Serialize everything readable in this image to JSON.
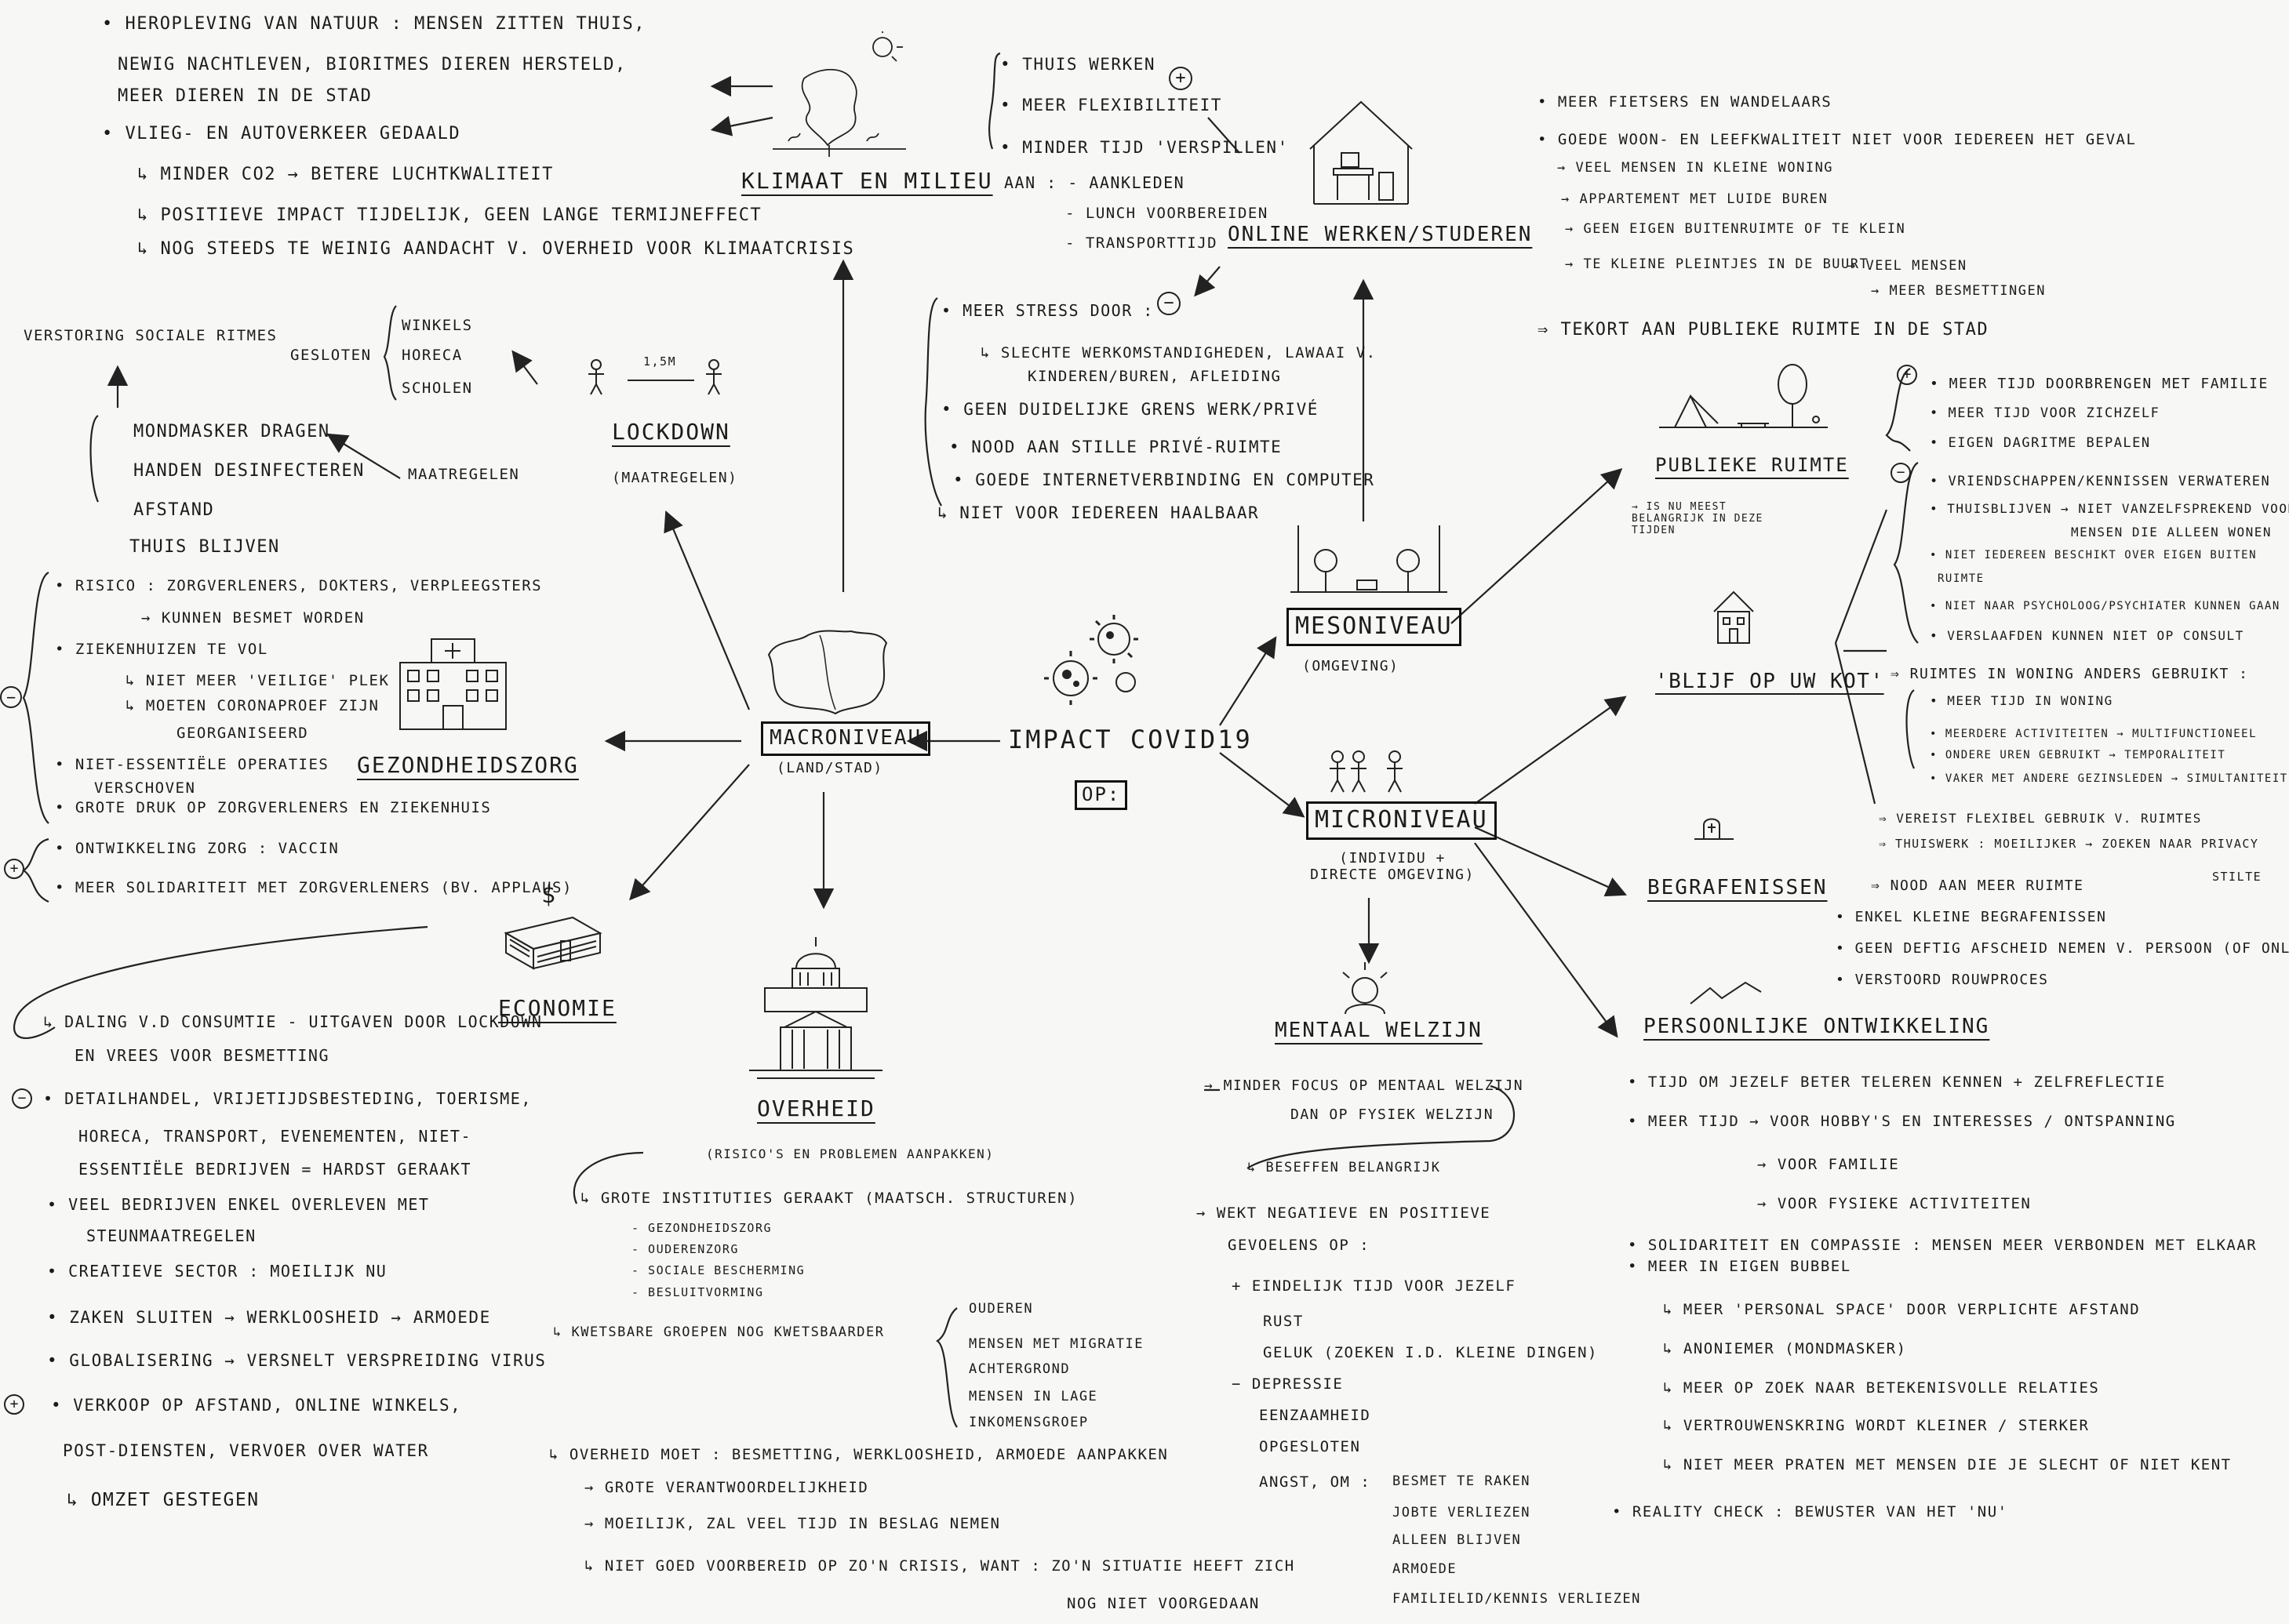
{
  "center": {
    "title": "IMPACT COVID19",
    "sub": "OP:"
  },
  "nodes": {
    "macro": {
      "title": "MACRONIVEAU",
      "sub": "(LAND/STAD)"
    },
    "meso": {
      "title": "MESONIVEAU",
      "sub": "(OMGEVING)"
    },
    "micro": {
      "title": "MICRONIVEAU",
      "sub": "(INDIVIDU + DIRECTE OMGEVING)"
    }
  },
  "klimaat": {
    "title": "KLIMAAT EN MILIEU",
    "lines": [
      "• HEROPLEVING VAN NATUUR : MENSEN ZITTEN THUIS,",
      "NEWIG NACHTLEVEN, BIORITMES DIEREN HERSTELD,",
      "MEER DIEREN IN DE STAD",
      "• VLIEG- EN AUTOVERKEER GEDAALD",
      "↳ MINDER CO2 → BETERE LUCHTKWALITEIT",
      "↳ POSITIEVE IMPACT TIJDELIJK, GEEN LANGE TERMIJNEFFECT",
      "↳ NOG STEEDS TE WEINIG AANDACHT V. OVERHEID VOOR KLIMAATCRISIS"
    ]
  },
  "online": {
    "title": "ONLINE WERKEN/STUDEREN",
    "plus_lines": [
      "• THUIS WERKEN",
      "• MEER FLEXIBILITEIT",
      "• MINDER TIJD 'VERSPILLEN'",
      "AAN : - AANKLEDEN",
      "- LUNCH VOORBEREIDEN",
      "- TRANSPORTTIJD"
    ],
    "min_lines": [
      "• MEER STRESS DOOR :",
      "↳ SLECHTE WERKOMSTANDIGHEDEN, LAWAAI V.",
      "KINDEREN/BUREN, AFLEIDING",
      "• GEEN DUIDELIJKE GRENS WERK/PRIVÉ",
      "• NOOD AAN STILLE PRIVÉ-RUIMTE",
      "• GOEDE INTERNETVERBINDING EN COMPUTER",
      "↳ NIET VOOR IEDEREEN HAALBAAR"
    ],
    "plus": "+",
    "minus": "−"
  },
  "meso_right": {
    "lines": [
      "• MEER FIETSERS EN WANDELAARS",
      "• GOEDE WOON- EN LEEFKWALITEIT NIET VOOR IEDEREEN HET GEVAL",
      "→ VEEL MENSEN IN KLEINE WONING",
      "→ APPARTEMENT MET LUIDE BUREN",
      "→ GEEN EIGEN BUITENRUIMTE OF TE KLEIN",
      "→ TE KLEINE PLEINTJES IN DE BUURT",
      "→ VEEL MENSEN",
      "→ MEER BESMETTINGEN",
      "⇒ TEKORT AAN PUBLIEKE RUIMTE IN DE STAD"
    ]
  },
  "lockdown": {
    "title": "LOCKDOWN",
    "sub": "(MAATREGELEN)",
    "distance": "1,5m",
    "gesloten": "GESLOTEN",
    "closed_items": [
      "WINKELS",
      "HORECA",
      "SCHOLEN"
    ],
    "verstoring": "VERSTORING SOCIALE RITMES",
    "maatregelen": "MAATREGELEN",
    "measures": [
      "MONDMASKER DRAGEN",
      "HANDEN DESINFECTEREN",
      "AFSTAND",
      "THUIS BLIJVEN"
    ]
  },
  "gezondheid": {
    "title": "GEZONDHEIDSZORG",
    "minus_lines": [
      "• RISICO : ZORGVERLENERS, DOKTERS, VERPLEEGSTERS",
      "→ KUNNEN BESMET WORDEN",
      "• ZIEKENHUIZEN TE VOL",
      "↳ NIET MEER 'VEILIGE' PLEK",
      "↳ MOETEN CORONAPROEF ZIJN",
      "GEORGANISEERD",
      "• NIET-ESSENTIËLE OPERATIES",
      "VERSCHOVEN",
      "• GROTE DRUK OP ZORGVERLENERS EN ZIEKENHUIS"
    ],
    "plus_lines": [
      "• ONTWIKKELING ZORG : VACCIN",
      "• MEER SOLIDARITEIT MET ZORGVERLENERS (BV. APPLAUS)"
    ],
    "minus": "−",
    "plus": "+"
  },
  "economie": {
    "title": "ECONOMIE",
    "intro": [
      "↳ DALING V.D CONSUMTIE - UITGAVEN DOOR LOCKDOWN",
      "EN VREES VOOR BESMETTING"
    ],
    "minus_lines": [
      "• DETAILHANDEL, VRIJETIJDSBESTEDING, TOERISME,",
      "HORECA, TRANSPORT, EVENEMENTEN, NIET-",
      "ESSENTIËLE BEDRIJVEN = HARDST GERAAKT",
      "• VEEL BEDRIJVEN ENKEL OVERLEVEN MET",
      "STEUNMAATREGELEN",
      "• CREATIEVE SECTOR : MOEILIJK NU",
      "• ZAKEN SLUITEN → WERKLOOSHEID → ARMOEDE",
      "• GLOBALISERING → VERSNELT VERSPREIDING VIRUS"
    ],
    "plus_lines": [
      "• VERKOOP OP AFSTAND, ONLINE WINKELS,",
      "POST-DIENSTEN, VERVOER OVER WATER",
      "↳ OMZET GESTEGEN"
    ],
    "minus": "−",
    "plus": "+",
    "dollar": "$"
  },
  "overheid": {
    "title": "OVERHEID",
    "sub": "(RISICO'S EN PROBLEMEN AANPAKKEN)",
    "lines": [
      "↳ GROTE INSTITUTIES GERAAKT (MAATSCH. STRUCTUREN)",
      "- GEZONDHEIDSZORG",
      "- OUDERENZORG",
      "- SOCIALE BESCHERMING",
      "- BESLUITVORMING",
      "↳ KWETSBARE GROEPEN NOG KWETSBAARDER",
      "↳ OVERHEID MOET : BESMETTING, WERKLOOSHEID, ARMOEDE AANPAKKEN",
      "→ GROTE VERANTWOORDELIJKHEID",
      "→ MOEILIJK, ZAL VEEL TIJD IN BESLAG NEMEN",
      "↳ NIET GOED VOORBEREID OP ZO'N CRISIS, WANT : ZO'N SITUATIE HEEFT ZICH",
      "NOG NIET VOORGEDAAN"
    ],
    "groups": [
      "OUDEREN",
      "MENSEN MET MIGRATIE",
      "ACHTERGROND",
      "MENSEN IN LAGE",
      "INKOMENSGROEP"
    ]
  },
  "mentaal": {
    "title": "MENTAAL WELZIJN",
    "lines": [
      "→ MINDER FOCUS OP MENTAAL WELZIJN",
      "DAN OP FYSIEK WELZIJN",
      "↳ BESEFFEN BELANGRIJK",
      "→ WEKT NEGATIEVE EN POSITIEVE",
      "GEVOELENS OP :",
      "+ EINDELIJK TIJD VOOR JEZELF",
      "RUST",
      "GELUK (ZOEKEN I.D. KLEINE DINGEN)",
      "− DEPRESSIE",
      "EENZAAMHEID",
      "OPGESLOTEN",
      "ANGST, OM :"
    ],
    "fears": [
      "BESMET TE RAKEN",
      "JOBTE VERLIEZEN",
      "ALLEEN BLIJVEN",
      "ARMOEDE",
      "FAMILIELID/KENNIS VERLIEZEN"
    ]
  },
  "publiek": {
    "title": "PUBLIEKE RUIMTE",
    "note": "→ IS NU MEEST BELANGRIJK IN DEZE TIJDEN"
  },
  "blijf": {
    "title": "'BLIJF OP UW KOT'",
    "plus_lines": [
      "• MEER TIJD DOORBRENGEN MET FAMILIE",
      "• MEER TIJD VOOR ZICHZELF",
      "• EIGEN DAGRITME BEPALEN"
    ],
    "minus_lines": [
      "• VRIENDSCHAPPEN/KENNISSEN VERWATEREN",
      "• THUISBLIJVEN → NIET VANZELFSPREKEND VOOR",
      "MENSEN DIE ALLEEN WONEN",
      "• NIET IEDEREEN BESCHIKT OVER EIGEN BUITEN",
      "RUIMTE",
      "• NIET NAAR PSYCHOLOOG/PSYCHIATER KUNNEN GAAN",
      "• VERSLAAFDEN KUNNEN NIET OP CONSULT"
    ],
    "plus": "+",
    "minus": "−",
    "rooms": [
      "⇒ RUIMTES IN WONING ANDERS GEBRUIKT :",
      "• MEER TIJD IN WONING",
      "• MEERDERE ACTIVITEITEN → MULTIFUNCTIONEEL",
      "• ONDERE UREN GEBRUIKT → TEMPORALITEIT",
      "• VAKER MET ANDERE GEZINSLEDEN → SIMULTANITEIT",
      "⇒ VEREIST FLEXIBEL GEBRUIK V. RUIMTES",
      "⇒ THUISWERK : MOEILIJKER → ZOEKEN NAAR PRIVACY",
      "STILTE",
      "⇒ NOOD AAN MEER RUIMTE"
    ]
  },
  "begrafenis": {
    "title": "BEGRAFENISSEN",
    "lines": [
      "• ENKEL KLEINE BEGRAFENISSEN",
      "• GEEN DEFTIG AFSCHEID NEMEN V. PERSOON (OF ONLINE!)",
      "• VERSTOORD ROUWPROCES"
    ]
  },
  "persoonlijk": {
    "title": "PERSOONLIJKE ONTWIKKELING",
    "lines": [
      "• TIJD OM JEZELF BETER TELEREN KENNEN + ZELFREFLECTIE",
      "• MEER TIJD → VOOR HOBBY'S EN INTERESSES / ONTSPANNING",
      "→ VOOR FAMILIE",
      "→ VOOR FYSIEKE ACTIVITEITEN",
      "• SOLIDARITEIT EN COMPASSIE : MENSEN MEER VERBONDEN MET ELKAAR",
      "• MEER IN EIGEN BUBBEL",
      "↳ MEER 'PERSONAL SPACE' DOOR VERPLICHTE AFSTAND",
      "↳ ANONIEMER (MONDMASKER)",
      "↳ MEER OP ZOEK NAAR BETEKENISVOLLE RELATIES",
      "↳ VERTROUWENSKRING WORDT KLEINER / STERKER",
      "↳ NIET MEER PRATEN MET MENSEN DIE JE SLECHT OF NIET KENT",
      "• REALITY CHECK : BEWUSTER VAN HET 'NU'"
    ]
  }
}
